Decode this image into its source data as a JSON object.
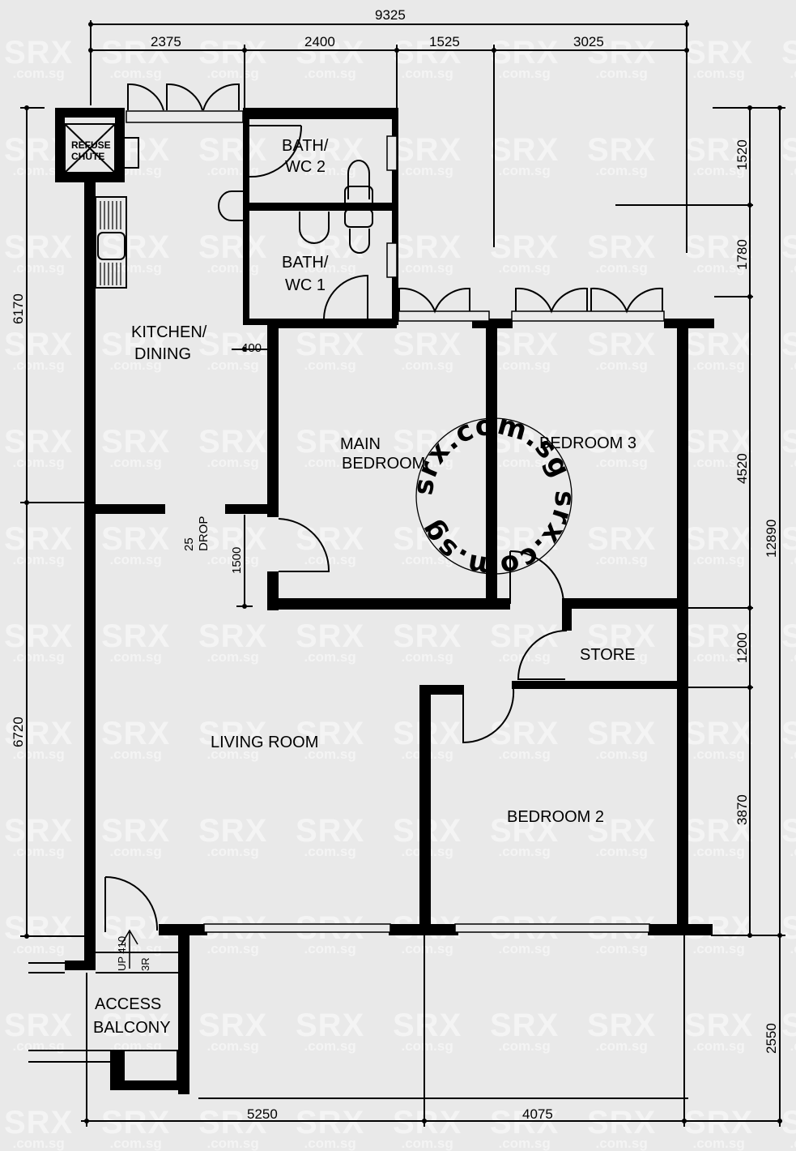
{
  "watermark": {
    "brand": "SRX",
    "domain": ".com.sg",
    "seal_text": "srx.com.sg srx.com.sg"
  },
  "rooms": {
    "refuse_chute": [
      "REFUSE",
      "CHUTE"
    ],
    "bath_wc_2": [
      "BATH/",
      "WC  2"
    ],
    "bath_wc_1": [
      "BATH/",
      "WC  1"
    ],
    "kitchen": [
      "KITCHEN/",
      "DINING"
    ],
    "main_bedroom": [
      "MAIN",
      "BEDROOM"
    ],
    "bedroom_3": "BEDROOM  3",
    "store": "STORE",
    "living_room": "LIVING  ROOM",
    "bedroom_2": "BEDROOM  2",
    "access_balcony": [
      "ACCESS",
      "BALCONY"
    ]
  },
  "annotations": {
    "kitchen_wall": "400",
    "drop": [
      "25",
      "DROP"
    ],
    "main_door_offset": "1500",
    "stair": [
      "UP 410",
      "3R"
    ]
  },
  "dimensions": {
    "top_total": "9325",
    "top": [
      "2375",
      "2400",
      "1525",
      "3025"
    ],
    "bottom": [
      "5250",
      "4075"
    ],
    "left": [
      "6170",
      "6720"
    ],
    "right": [
      "1520",
      "1780",
      "4520",
      "1200",
      "3870",
      "2550"
    ],
    "right_total": "12890"
  },
  "colors": {
    "background": "#e9e9e9",
    "wall": "#000000",
    "watermark": "#f4f4f4"
  }
}
